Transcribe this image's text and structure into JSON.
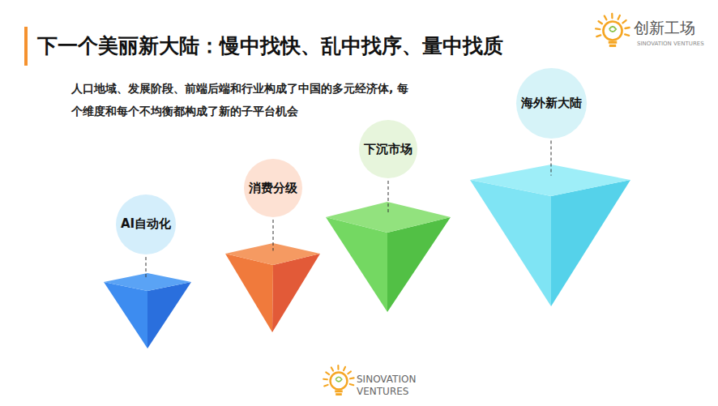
{
  "diagram": {
    "title": "下一个美丽新大陆：慢中找快、乱中找序、量中找质",
    "nodes": [
      {
        "text": [
          "AI自动化"
        ]
      },
      {
        "text": [
          "消费分级"
        ]
      },
      {
        "text": [
          "下沉市场"
        ]
      },
      {
        "text": [
          "海外新大陆"
        ]
      }
    ],
    "labels": [
      "人口地域、发展阶段、前端后端和行业构成了中国的多元经济体, 每个维度和每个不均衡都构成了新的子平台机会",
      "创新工场",
      "SINOVATION VENTURES",
      "SINOVATION VENTURES"
    ]
  }
}
